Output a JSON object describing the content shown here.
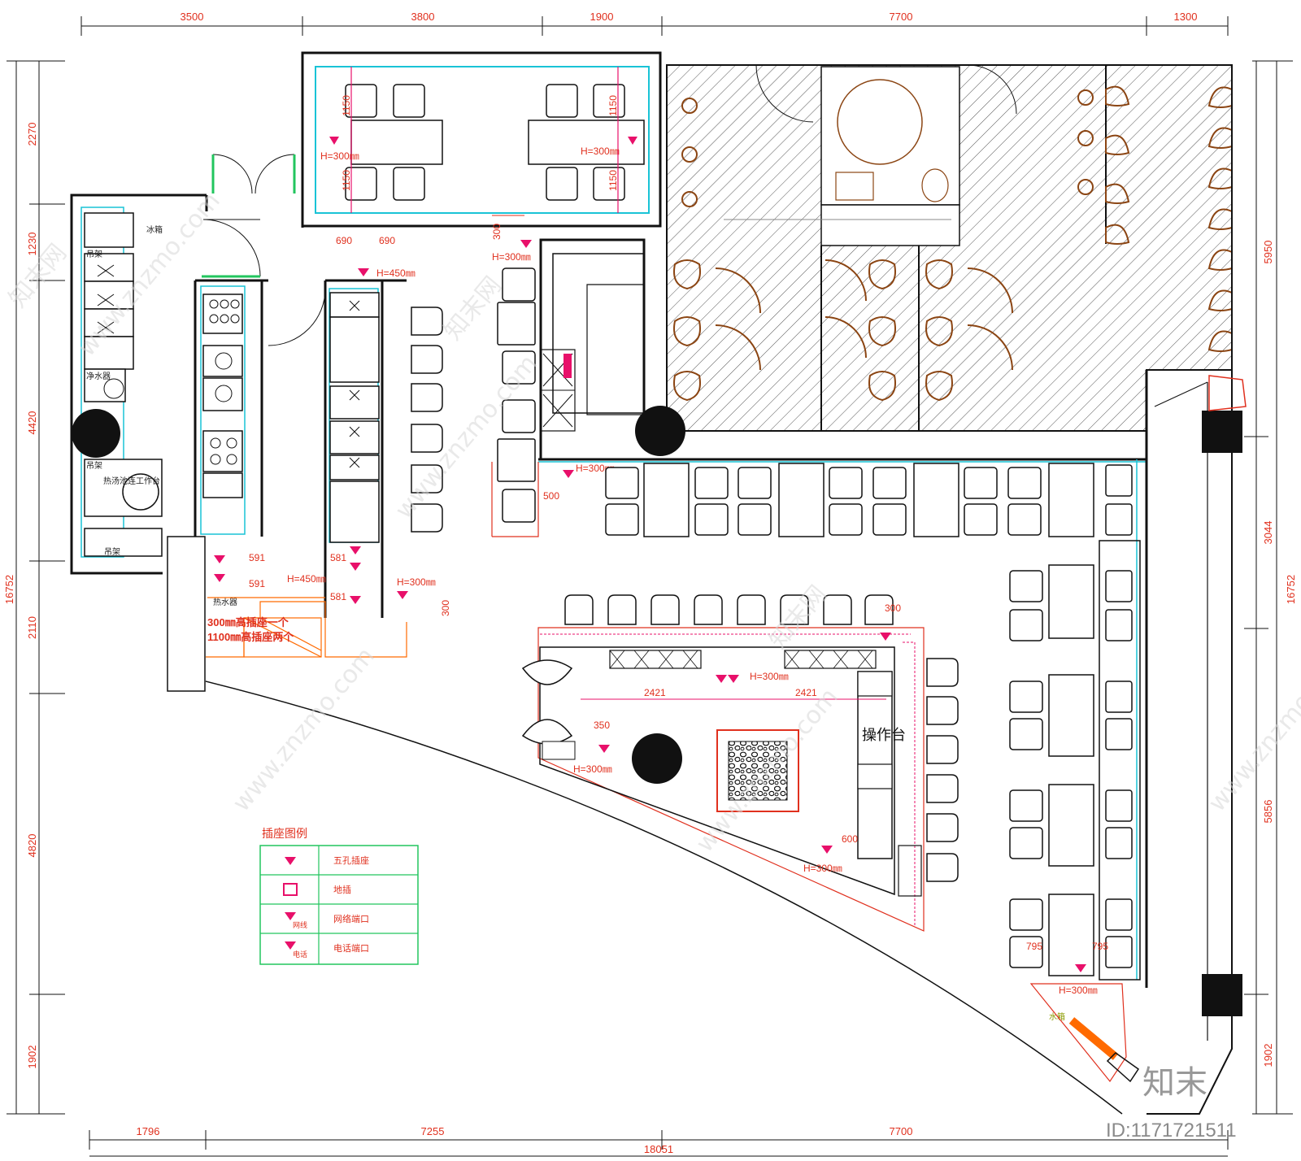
{
  "dimensions": {
    "top": [
      "3500",
      "3800",
      "1900",
      "7700",
      "1300"
    ],
    "bottom": [
      "1796",
      "7255",
      "7700"
    ],
    "bottom_total": "18051",
    "left": [
      "2270",
      "1230",
      "4420",
      "2110",
      "4820",
      "1902"
    ],
    "left_total": "16752",
    "right": [
      "5950",
      "3044",
      "5856",
      "1902"
    ],
    "right_total": "16752"
  },
  "kitchen_labels": {
    "fridge": "冰箱",
    "rack_top": "吊架",
    "water_purifier": "净水器",
    "rack_mid": "吊架",
    "soup_station": "热汤池连工作台",
    "rack_bottom": "吊架",
    "water_heater": "热水器"
  },
  "annotations": {
    "dining_left_h": "H=300㎜",
    "dining_right_h": "H=300㎜",
    "d1150_a": "1150",
    "d1150_b": "1150",
    "d1150_c": "1150",
    "d1150_d": "1150",
    "d690_a": "690",
    "d690_b": "690",
    "h450_top": "H=450㎜",
    "d300_left": "300",
    "h300_service": "H=300㎜",
    "d591_a": "591",
    "d591_b": "591",
    "d581_a": "581",
    "d581_b": "581",
    "h450_mid": "H=450㎜",
    "h300_mid": "H=300㎜",
    "d300_mid": "300",
    "note_line1": "300㎜高插座一个",
    "note_line2": "1100㎜高插座两个",
    "h300_corridor": "H=300㎜",
    "d500": "500",
    "d300_bar": "300",
    "h300_bar": "H=300㎜",
    "d2421_a": "2421",
    "d2421_b": "2421",
    "d350": "350",
    "h300_bar_left": "H=300㎜",
    "d600": "600",
    "h300_bar_bottom": "H=300㎜",
    "d795_a": "795",
    "d795_b": "795",
    "h300_right": "H=300㎜",
    "operation_table": "操作台",
    "water_meter": "水箱"
  },
  "legend": {
    "title": "插座图例",
    "items": [
      {
        "label": "五孔插座",
        "tag": ""
      },
      {
        "label": "地插",
        "tag": ""
      },
      {
        "label": "网络端口",
        "tag": "网线"
      },
      {
        "label": "电话端口",
        "tag": "电话"
      }
    ]
  },
  "watermark": {
    "site": "www.znzmo.com",
    "brand_cn": "知末网",
    "brand_logo": "知末",
    "id_text": "ID:1171721511"
  },
  "colors": {
    "wall": "#111111",
    "dim": "#e0301e",
    "cyan": "#19c3d6",
    "hatch": "#555555",
    "toilet": "#8b4513",
    "orange": "#ff6a00",
    "magenta": "#e8106a",
    "green": "#22c55e"
  }
}
